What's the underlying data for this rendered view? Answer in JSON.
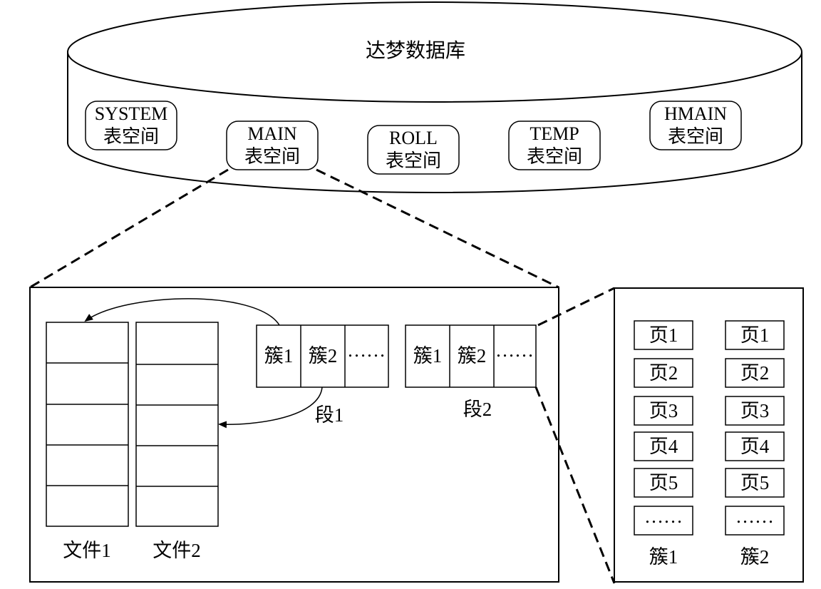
{
  "database": {
    "title": "达梦数据库",
    "tablespaces": [
      {
        "line1": "SYSTEM",
        "line2": "表空间"
      },
      {
        "line1": "MAIN",
        "line2": "表空间"
      },
      {
        "line1": "ROLL",
        "line2": "表空间"
      },
      {
        "line1": "TEMP",
        "line2": "表空间"
      },
      {
        "line1": "HMAIN",
        "line2": "表空间"
      }
    ]
  },
  "files": [
    {
      "label": "文件1"
    },
    {
      "label": "文件2"
    }
  ],
  "segments": [
    {
      "label": "段1",
      "cells": [
        "簇1",
        "簇2",
        "……"
      ]
    },
    {
      "label": "段2",
      "cells": [
        "簇1",
        "簇2",
        "……"
      ]
    }
  ],
  "clusters": [
    {
      "label": "簇1",
      "pages": [
        "页1",
        "页2",
        "页3",
        "页4",
        "页5",
        "……"
      ]
    },
    {
      "label": "簇2",
      "pages": [
        "页1",
        "页2",
        "页3",
        "页4",
        "页5",
        "……"
      ]
    }
  ]
}
